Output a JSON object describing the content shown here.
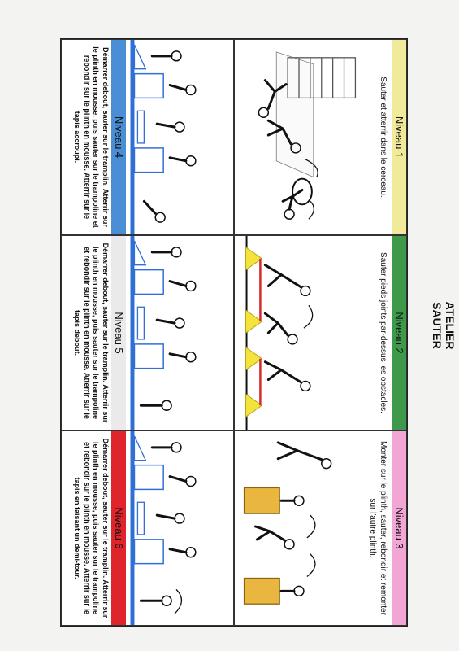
{
  "header": {
    "line1": "ATELIER",
    "line2": "SAUTER"
  },
  "level_colors": {
    "niveau1": "#f1ea9a",
    "niveau2": "#3e9a4a",
    "niveau3": "#f2a6d6",
    "niveau4": "#4a8fd6",
    "niveau5": "#eaeaea",
    "niveau6": "#e0242c"
  },
  "cells": {
    "n1": {
      "label": "Niveau 1",
      "text": "Sauter et atterrir dans le cerceau."
    },
    "n2": {
      "label": "Niveau 2",
      "text": "Sauter pieds joints par-dessus les obstacles."
    },
    "n3": {
      "label": "Niveau 3",
      "text": "Monter sur le plinth, sauter, rebondir et remonter sur l'autre plinth."
    },
    "n4": {
      "label": "Niveau 4",
      "text": "Démarrer debout, sauter sur le tramplin. Atterrir sur le plinth en mousse, puis sauter sur le trampoline et rebondir sur le plinth en mousse. Atterrir sur le tapis accroupi."
    },
    "n5": {
      "label": "Niveau 5",
      "text": "Démarrer debout, sauter sur le tramplin. Atterrir sur le plinth en mousse, puis sauter sur le trampoline et rebondir sur le plinth en mousse. Atterrir sur le tapis debout."
    },
    "n6": {
      "label": "Niveau 6",
      "text": "Démarrer debout, sauter sur le tramplin. Atterrir sur le plinth en mousse, puis sauter sur le trampoline et rebondir sur le plinth en mousse. Atterrir sur le tapis en faisant un demi-tour."
    }
  }
}
